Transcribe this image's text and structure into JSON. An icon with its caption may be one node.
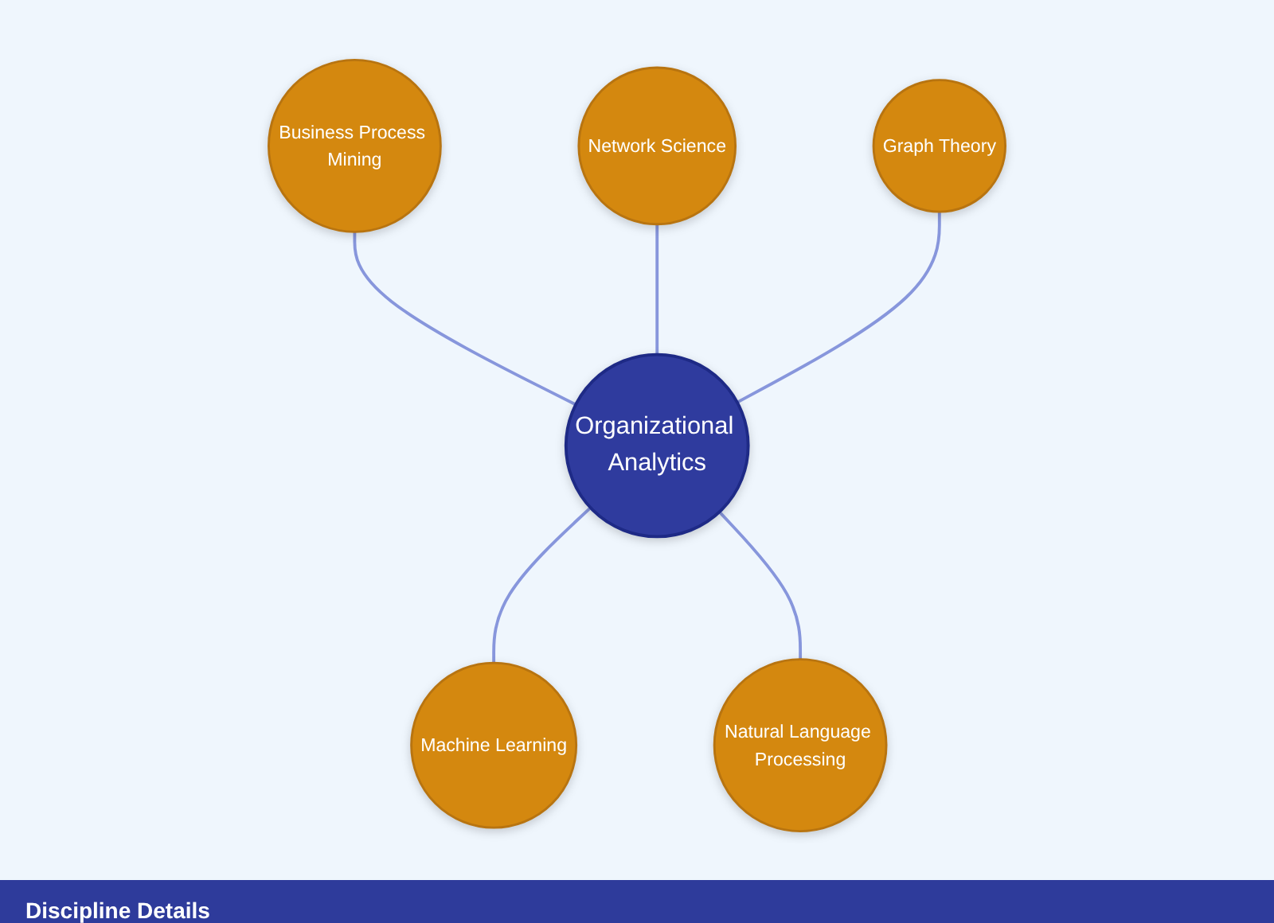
{
  "diagram": {
    "nodes": [
      {
        "text": [
          "Network Science"
        ]
      },
      {
        "text": [
          "Business Process Mining"
        ]
      },
      {
        "text": [
          "Graph Theory"
        ]
      },
      {
        "text": [
          "Organizational Analytics"
        ]
      },
      {
        "text": [
          "Machine Learning"
        ]
      },
      {
        "text": [
          "Natural Language Processing"
        ]
      }
    ],
    "edges": [
      {
        "from": 1,
        "to": 3,
        "arrow": "none"
      },
      {
        "from": 0,
        "to": 3,
        "arrow": "none"
      },
      {
        "from": 2,
        "to": 3,
        "arrow": "none"
      },
      {
        "from": 3,
        "to": 4,
        "arrow": "none"
      },
      {
        "from": 3,
        "to": 5,
        "arrow": "none"
      }
    ],
    "labels": [
      "Discipline Details"
    ]
  }
}
